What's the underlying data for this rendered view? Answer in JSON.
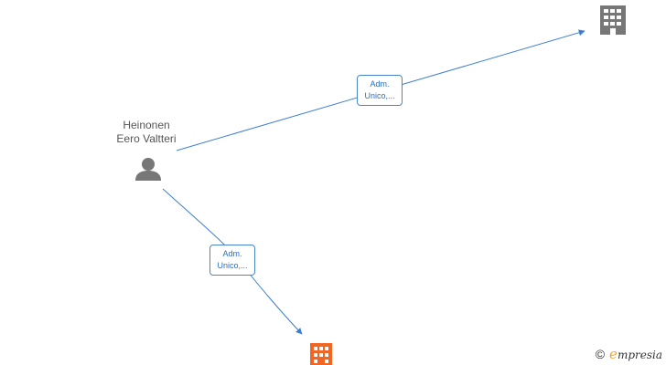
{
  "person": {
    "name_line1": "Heinonen",
    "name_line2": "Eero Valtteri",
    "icon": "person-icon"
  },
  "edges": [
    {
      "label_line1": "Adm.",
      "label_line2": "Unico,..."
    },
    {
      "label_line1": "Adm.",
      "label_line2": "Unico,..."
    }
  ],
  "companies": [
    {
      "icon": "building-icon",
      "color": "#777777"
    },
    {
      "icon": "building-icon",
      "color": "#f26522"
    }
  ],
  "colors": {
    "edge": "#3b7fd4",
    "person": "#777777"
  },
  "brand": {
    "copyright": "©",
    "logo_letter": "e",
    "logo_text": "mpresia"
  }
}
